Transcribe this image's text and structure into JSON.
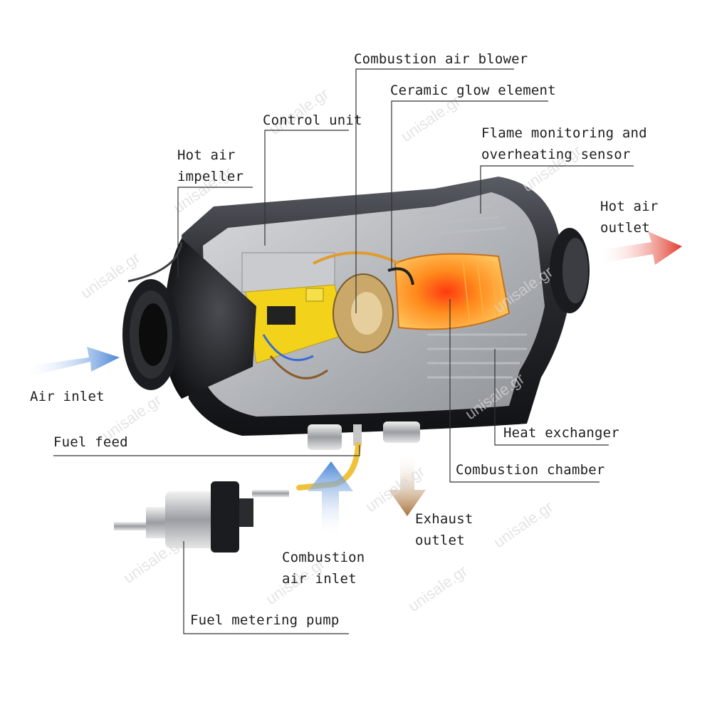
{
  "colors": {
    "label_text": "#1e1e1e",
    "leader_line": "#333333",
    "housing": "#26282d",
    "control_unit": "#f2d21a",
    "combustion_glow": "#ff8a1c",
    "hot_arrow": "#e03a2a",
    "cool_arrow": "#4a86d6",
    "exhaust_arrow": "#a8733a",
    "fuel_line": "#f0c23a",
    "watermark": "#d8d8d8"
  },
  "labels": {
    "combustion_air_blower": "Combustion air blower",
    "ceramic_glow_element": "Ceramic glow element",
    "control_unit": "Control unit",
    "flame_monitoring_line1": "Flame monitoring and",
    "flame_monitoring_line2": "overheating sensor",
    "hot_air_impeller_line1": "Hot air",
    "hot_air_impeller_line2": "impeller",
    "hot_air_outlet_line1": "Hot air",
    "hot_air_outlet_line2": "outlet",
    "air_inlet": "Air inlet",
    "fuel_feed": "Fuel feed",
    "heat_exchanger": "Heat exchanger",
    "combustion_chamber": "Combustion chamber",
    "exhaust_outlet_line1": "Exhaust",
    "exhaust_outlet_line2": "outlet",
    "combustion_air_inlet_line1": "Combustion",
    "combustion_air_inlet_line2": "air inlet",
    "fuel_metering_pump": "Fuel metering pump"
  },
  "watermark": {
    "text": "unisale.gr"
  }
}
